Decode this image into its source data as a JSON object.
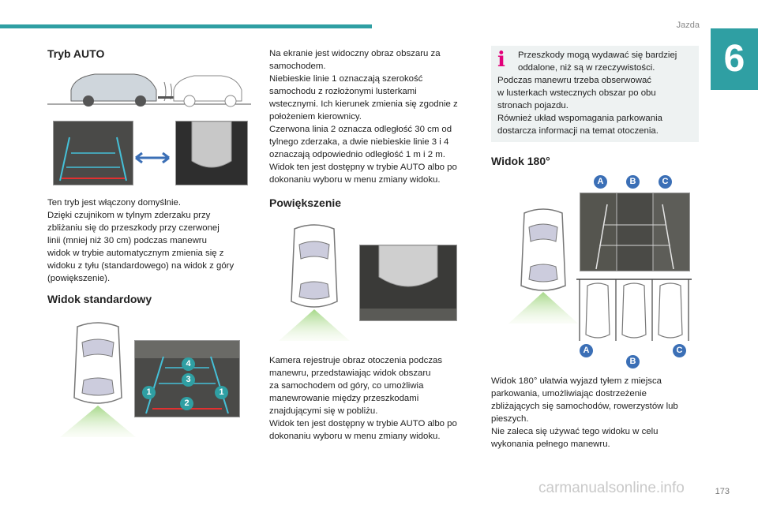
{
  "header": {
    "section": "Jazda",
    "chapter": "6"
  },
  "col1": {
    "title": "Tryb AUTO",
    "paragraph": [
      "Ten tryb jest włączony domyślnie.",
      "Dzięki czujnikom w tylnym zderzaku przy",
      "zbliżaniu się do przeszkody przy czerwonej",
      "linii (mniej niż 30 cm) podczas manewru",
      "widok w trybie automatycznym zmienia się z",
      "widoku z tyłu (standardowego) na widok z góry",
      "(powiększenie)."
    ],
    "title2": "Widok standardowy",
    "badges": [
      "4",
      "3",
      "1",
      "1",
      "2"
    ]
  },
  "col2": {
    "paragraph_lines": [
      "Na ekranie jest widoczny obraz obszaru za",
      "samochodem.",
      "Niebieskie linie 1 oznaczają szerokość",
      "samochodu z rozłożonymi lusterkami",
      "wstecznymi. Ich kierunek zmienia się zgodnie z",
      "położeniem kierownicy.",
      "Czerwona linia 2 oznacza odległość 30 cm od",
      "tylnego zderzaka, a dwie niebieskie linie 3 i 4",
      "oznaczają odpowiednio odległość 1 m i 2 m.",
      "Widok ten jest dostępny w trybie AUTO albo po",
      "dokonaniu wyboru w menu zmiany widoku."
    ],
    "title": "Powiększenie",
    "paragraph2": [
      "Kamera rejestruje obraz otoczenia podczas",
      "manewru, przedstawiając widok obszaru",
      "za samochodem od góry, co umożliwia",
      "manewrowanie między przeszkodami",
      "znajdującymi się w pobliżu.",
      "Widok ten jest dostępny w trybie AUTO albo po",
      "dokonaniu wyboru w menu zmiany widoku."
    ]
  },
  "col3": {
    "info_icon": "info-icon",
    "info_lines": [
      "Przeszkody mogą wydawać się bardziej",
      "oddalone, niż są w rzeczywistości.",
      "Podczas manewru trzeba obserwować",
      "w lusterkach wstecznych obszar po obu",
      "stronach pojazdu.",
      "Również układ wspomagania parkowania",
      "dostarcza informacji na temat otoczenia."
    ],
    "title": "Widok 180°",
    "badges_top": [
      "A",
      "B",
      "C"
    ],
    "badges_bottom": [
      "A",
      "B",
      "C"
    ],
    "paragraph": [
      "Widok 180° ułatwia wyjazd tyłem z miejsca",
      "parkowania, umożliwiając dostrzeżenie",
      "zbliżających się samochodów, rowerzystów lub",
      "pieszych.",
      "Nie zaleca się używać tego widoku w celu",
      "wykonania pełnego manewru."
    ]
  },
  "footer": {
    "page_number": "173",
    "watermark": "carmanualsonline.info"
  },
  "colors": {
    "accent": "#2f9fa3",
    "info": "#e2007a",
    "badge_blue": "#3b6fb6"
  }
}
